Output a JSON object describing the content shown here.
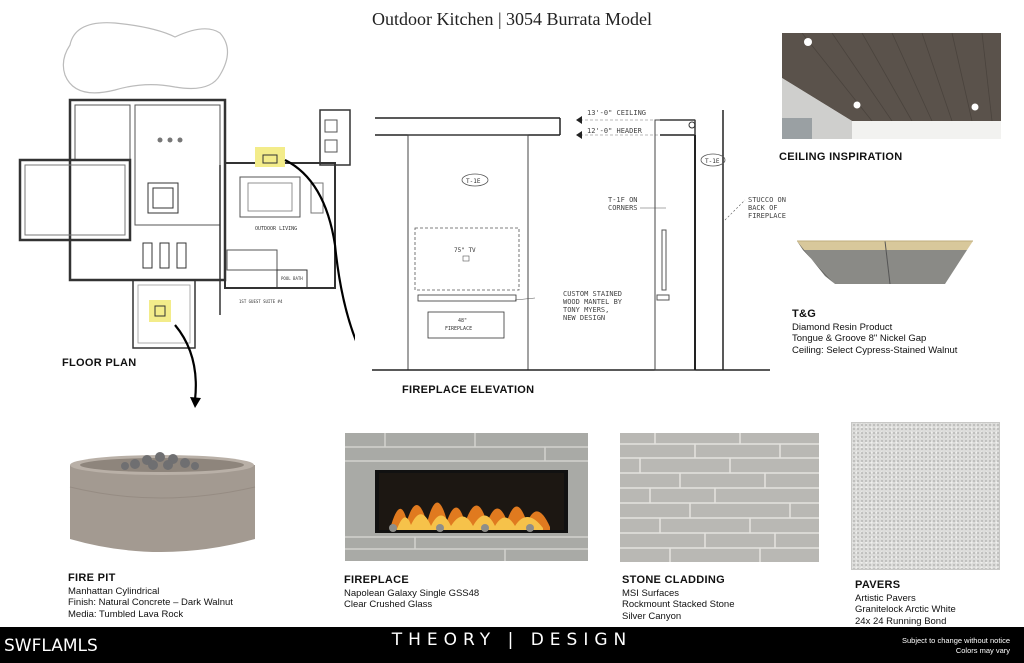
{
  "title": "Outdoor Kitchen | 3054 Burrata Model",
  "floor_plan": {
    "label": "FLOOR PLAN",
    "outdoor_living": "OUTDOOR LIVING",
    "pool_bath": "POOL BATH",
    "guest_suite": "1ST GUEST SUITE #4"
  },
  "elevation": {
    "label": "FIREPLACE ELEVATION",
    "tag_main": "T-1E",
    "tag_side": "T-1E",
    "tv": "75\" TV",
    "fireplace": "48\" FIREPLACE",
    "ceiling_dim": "13'-0\" CEILING",
    "header_dim": "12'-0\" HEADER",
    "corners_note": "T-1F ON CORNERS",
    "mantel_note": "CUSTOM STAINED WOOD MANTEL BY TONY MYERS, NEW DESIGN",
    "stucco_note": "STUCCO ON BACK OF FIREPLACE"
  },
  "ceiling": {
    "label": "CEILING INSPIRATION"
  },
  "tg": {
    "head": "T&G",
    "line1": "Diamond Resin Product",
    "line2": "Tongue & Groove 8\" Nickel Gap",
    "line3": "Ceiling: Select Cypress-Stained Walnut"
  },
  "fire_pit": {
    "head": "FIRE PIT",
    "line1": "Manhattan Cylindrical",
    "line2": "Finish: Natural Concrete – Dark Walnut",
    "line3": "Media: Tumbled Lava Rock"
  },
  "fireplace": {
    "head": "FIREPLACE",
    "line1": "Napolean Galaxy Single GSS48",
    "line2": "Clear Crushed Glass"
  },
  "stone": {
    "head": "STONE CLADDING",
    "line1": "MSI Surfaces",
    "line2": "Rockmount Stacked Stone",
    "line3": "Silver Canyon"
  },
  "pavers": {
    "head": "PAVERS",
    "line1": "Artistic Pavers",
    "line2": "Granitelock Arctic White",
    "line3": "24x 24 Running Bond"
  },
  "footer": {
    "brand": "THEORY | DESIGN",
    "watermark": "SWFLAMLS",
    "note1": "Subject to change without notice",
    "note2": "Colors may vary"
  },
  "colors": {
    "footer_bg": "#000000",
    "highlight": "#f3ec8a",
    "stone": "#b9b8b4",
    "concrete": "#a39a91"
  }
}
